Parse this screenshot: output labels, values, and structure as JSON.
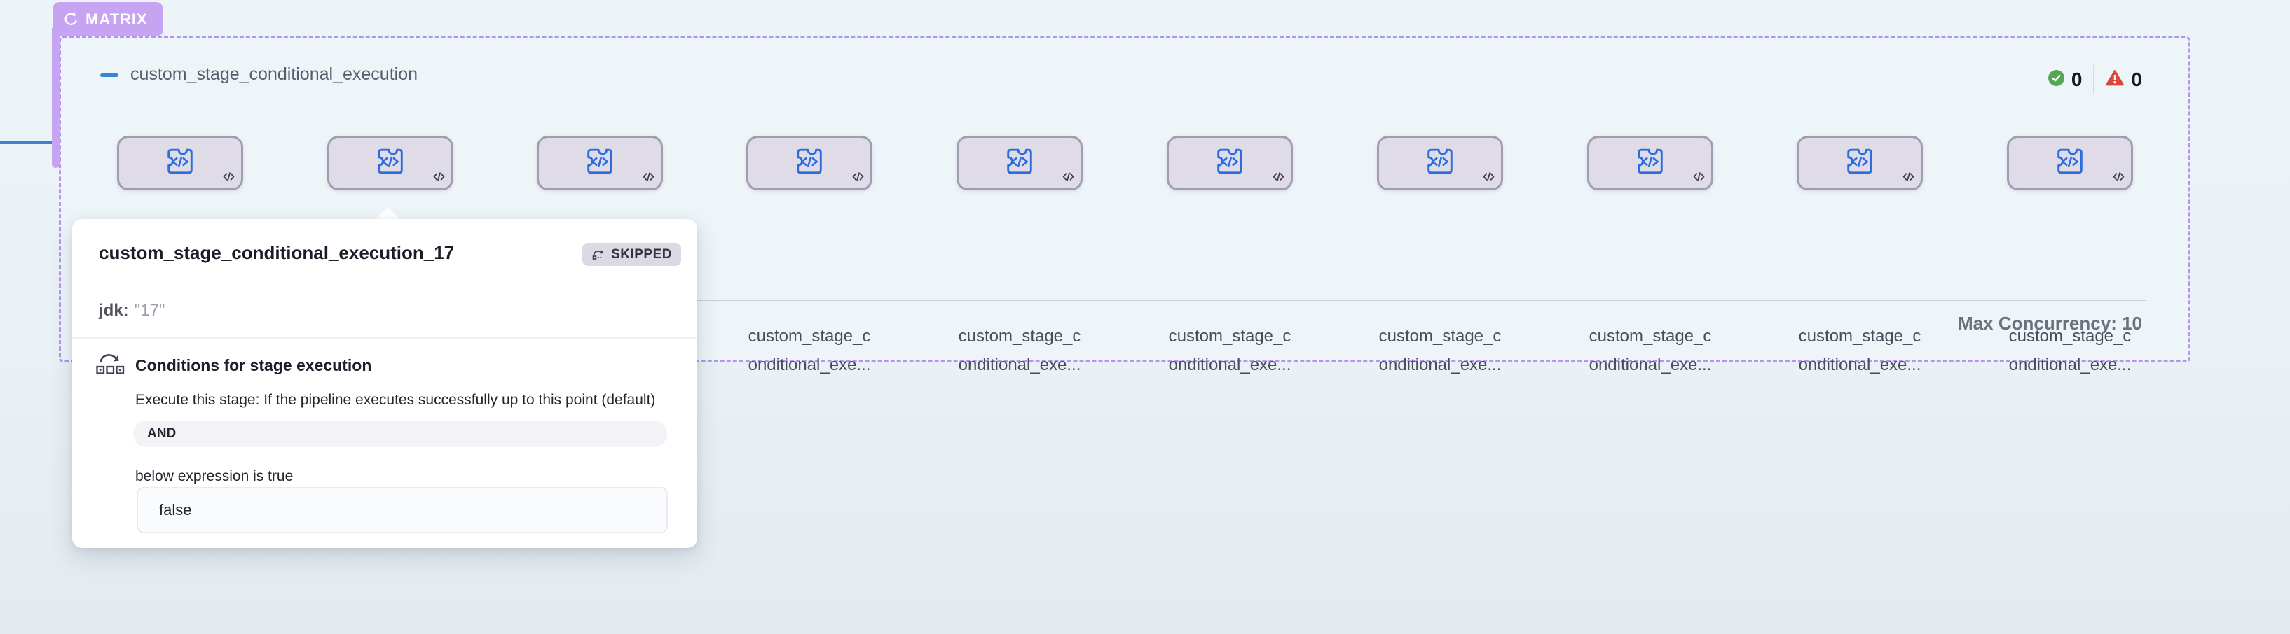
{
  "matrix_badge": {
    "label": "MATRIX",
    "icon": "loop-icon"
  },
  "matrix": {
    "title": "custom_stage_conditional_execution",
    "status": {
      "success_count": "0",
      "failure_count": "0"
    },
    "node_label": "custom_stage_c\nonditional_exe...",
    "node_icon": "custom-stage-code-icon",
    "node_corner_icon": "code-icon",
    "node_count": 10,
    "max_concurrency": "Max Concurrency: 10"
  },
  "popover": {
    "title": "custom_stage_conditional_execution_17",
    "status_badge": "SKIPPED",
    "param_key": "jdk:",
    "param_value": "\"17\"",
    "conditions": {
      "heading": "Conditions for stage execution",
      "line1": "Execute this stage: If the pipeline executes successfully up to this point (default)",
      "operator": "AND",
      "line2": "below expression is true",
      "expression": "false"
    }
  },
  "colors": {
    "matrix_purple": "#c7a4f2",
    "dashed_border": "#b494f0",
    "connector_blue": "#3b82d6",
    "node_icon_blue": "#2d6cdf",
    "node_fill": "#dfdce7",
    "node_border": "#a19cb0",
    "success_green": "#57a657",
    "failure_red": "#da473d",
    "skipped_badge_bg": "#dbd9e3"
  }
}
